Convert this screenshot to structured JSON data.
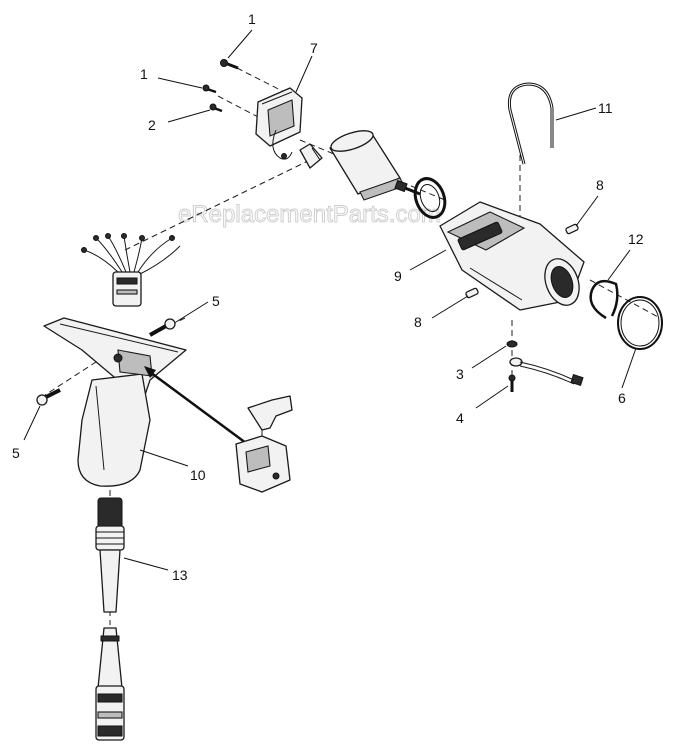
{
  "watermark": "eReplacementParts.com",
  "callouts": [
    {
      "id": "c1a",
      "label": "1"
    },
    {
      "id": "c1b",
      "label": "1"
    },
    {
      "id": "c2",
      "label": "2"
    },
    {
      "id": "c7",
      "label": "7"
    },
    {
      "id": "c11",
      "label": "11"
    },
    {
      "id": "c8a",
      "label": "8"
    },
    {
      "id": "c12",
      "label": "12"
    },
    {
      "id": "c9",
      "label": "9"
    },
    {
      "id": "c5a",
      "label": "5"
    },
    {
      "id": "c8b",
      "label": "8"
    },
    {
      "id": "c3",
      "label": "3"
    },
    {
      "id": "c6",
      "label": "6"
    },
    {
      "id": "c4",
      "label": "4"
    },
    {
      "id": "c5b",
      "label": "5"
    },
    {
      "id": "c10",
      "label": "10"
    },
    {
      "id": "c13",
      "label": "13"
    }
  ]
}
